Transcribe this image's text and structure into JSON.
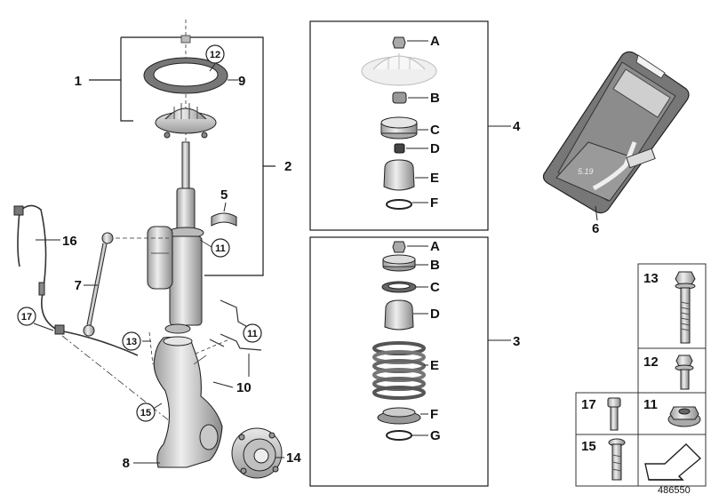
{
  "diagram": {
    "reference_number": "486550",
    "main_labels": {
      "l1": "1",
      "l2": "2",
      "l3": "3",
      "l4": "4",
      "l5": "5",
      "l6": "6",
      "l7": "7",
      "l8": "8",
      "l9": "9",
      "l10": "10",
      "l14": "14",
      "l16": "16"
    },
    "circled_labels": {
      "c12": "12",
      "c11a": "11",
      "c11b": "11",
      "c13": "13",
      "c15": "15",
      "c17": "17"
    },
    "box4_letters": [
      "A",
      "B",
      "C",
      "D",
      "E",
      "F"
    ],
    "box3_letters": [
      "A",
      "B",
      "C",
      "D",
      "E",
      "F",
      "G"
    ],
    "fastener_panel": {
      "cells": [
        {
          "label": "13",
          "icon": "long-hex-bolt-icon"
        },
        {
          "label": "12",
          "icon": "flange-bolt-icon"
        },
        {
          "label": "17",
          "icon": "socket-bolt-icon"
        },
        {
          "label": "11",
          "icon": "flange-nut-icon"
        },
        {
          "label": "15",
          "icon": "torx-bolt-icon"
        },
        {
          "label": "",
          "icon": "arrow-icon"
        }
      ]
    },
    "colors": {
      "line": "#1a1a1a",
      "part_light": "#e4e4e4",
      "part_mid": "#c4c4c4",
      "part_dark": "#8e8e8e",
      "toolkit_case": "#6b6b6b"
    }
  }
}
